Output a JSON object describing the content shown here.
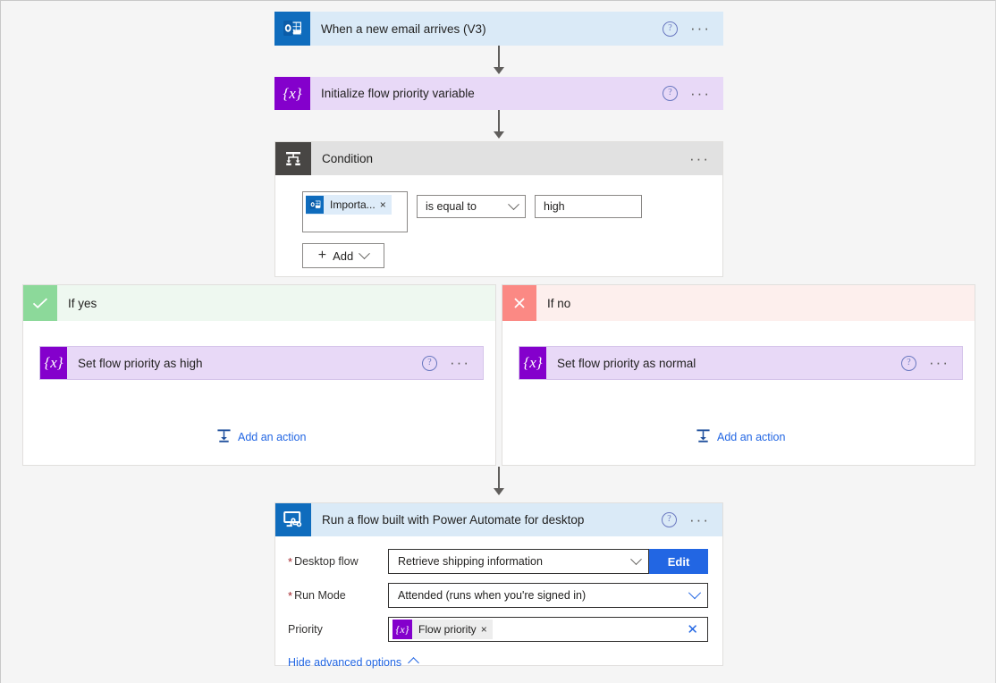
{
  "canvas": {
    "background": "#f5f5f5",
    "accent_blue": "#2266e3",
    "variable_purple": "#8400cc",
    "connector_color": "#605e5c"
  },
  "trigger": {
    "title": "When a new email arrives (V3)",
    "icon": "outlook-icon",
    "header_bg": "#daeaf7",
    "icon_bg": "#0f6cbd",
    "help_label": "?",
    "menu_label": "···"
  },
  "init_variable": {
    "title": "Initialize flow priority variable",
    "icon": "variable-icon",
    "icon_glyph": "{x}",
    "header_bg": "#e8d9f7",
    "icon_bg": "#8400cc",
    "help_label": "?",
    "menu_label": "···"
  },
  "condition": {
    "title": "Condition",
    "icon": "condition-icon",
    "header_bg": "#e1e1e1",
    "icon_bg": "#484644",
    "menu_label": "···",
    "left_token": {
      "label": "Importa...",
      "icon": "outlook-icon",
      "remove_label": "×"
    },
    "operator": {
      "value": "is equal to",
      "chevron": "chevron-down-icon"
    },
    "value": "high",
    "add_button": {
      "plus": "+",
      "label": "Add",
      "chevron": "chevron-down-icon"
    }
  },
  "branches": [
    {
      "key": "if-yes",
      "label": "If yes",
      "badge_icon": "check-icon",
      "badge_glyph": "✓",
      "badge_bg": "#8cd99a",
      "header_bg": "#eef8f0",
      "action": {
        "title": "Set flow priority as high",
        "icon": "variable-icon",
        "icon_glyph": "{x}",
        "bg": "#e8d9f7",
        "icon_bg": "#8400cc",
        "help_label": "?",
        "menu_label": "···"
      },
      "add_action": {
        "label": "Add an action",
        "icon": "add-action-icon"
      }
    },
    {
      "key": "if-no",
      "label": "If no",
      "badge_icon": "cross-icon",
      "badge_glyph": "✕",
      "badge_bg": "#fb8984",
      "header_bg": "#fdefed",
      "action": {
        "title": "Set flow priority as normal",
        "icon": "variable-icon",
        "icon_glyph": "{x}",
        "bg": "#e8d9f7",
        "icon_bg": "#8400cc",
        "help_label": "?",
        "menu_label": "···"
      },
      "add_action": {
        "label": "Add an action",
        "icon": "add-action-icon"
      }
    }
  ],
  "desktop_flow": {
    "title": "Run a flow built with Power Automate for desktop",
    "icon": "desktop-flow-icon",
    "header_bg": "#daeaf7",
    "icon_bg": "#0f6cbd",
    "help_label": "?",
    "menu_label": "···",
    "fields": {
      "desktop_flow": {
        "label": "Desktop flow",
        "required_marker": "*",
        "value": "Retrieve shipping information",
        "chevron": "chevron-down-icon",
        "edit_button": "Edit"
      },
      "run_mode": {
        "label": "Run Mode",
        "required_marker": "*",
        "value": "Attended (runs when you're signed in)",
        "chevron": "chevron-down-icon"
      },
      "priority": {
        "label": "Priority",
        "required_marker": "",
        "token_label": "Flow priority",
        "token_glyph": "{x}",
        "token_remove": "×",
        "clear_label": "✕"
      }
    },
    "advanced_toggle": {
      "label": "Hide advanced options",
      "chevron": "chevron-up-icon"
    }
  }
}
